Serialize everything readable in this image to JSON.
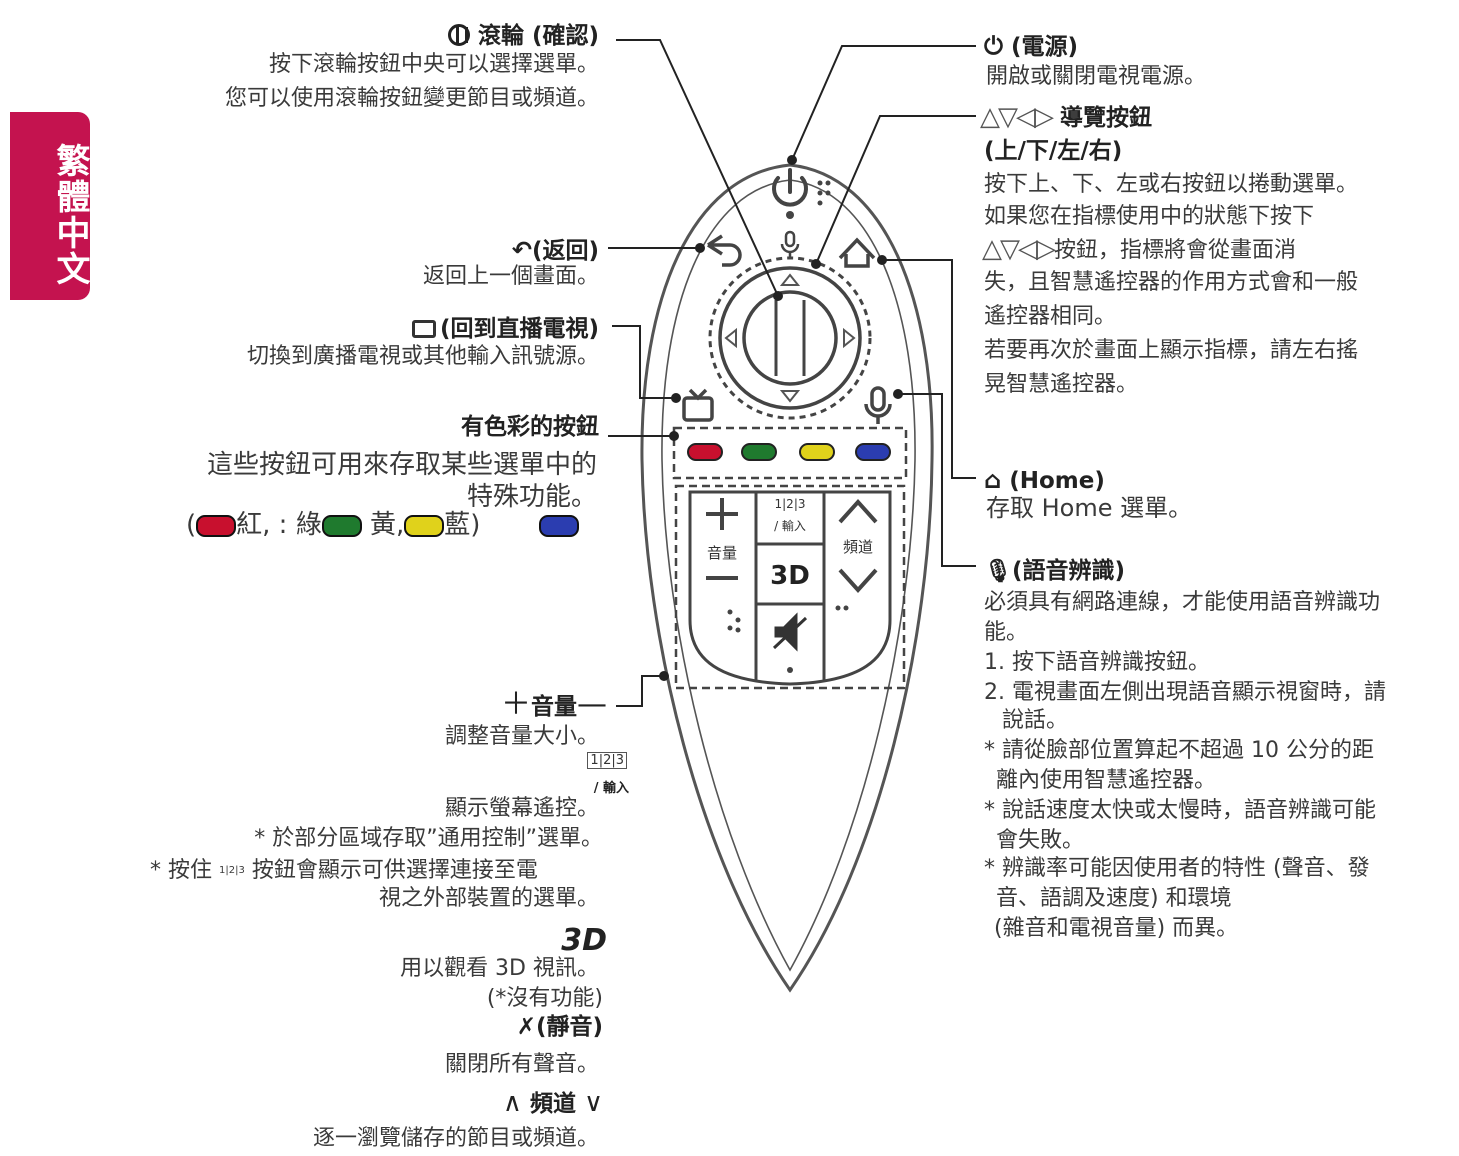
{
  "side_tab": "繁體中文",
  "left": {
    "scroll": {
      "title": "(確認)",
      "name": "滾輪",
      "line1": "按下滾輪按鈕中央可以選擇選單。",
      "line2": "您可以使用滾輪按鈕變更節目或頻道。"
    },
    "back": {
      "title": "(返回)",
      "line1": "返回上一個畫面。"
    },
    "livetv": {
      "title": "(回到直播電視)",
      "line1": "切換到廣播電視或其他輸入訊號源。"
    },
    "color": {
      "title": "有色彩的按鈕",
      "line1": "這些按鈕可用來存取某些選單中的",
      "line2": "特殊功能。",
      "line3_a": "(",
      "line3_b": "紅, :",
      "line3_c": "綠",
      "line3_d": "黃,",
      "line3_e": "藍)"
    },
    "volume": {
      "title": "音量",
      "line1": "調整音量大小。",
      "badge": "1|2|3",
      "badge_sub": "/ 輸入",
      "line2": "顯示螢幕遙控。",
      "line3": "* 於部分區域存取”通用控制”選單。",
      "line4a": "* 按住",
      "line4b": "按鈕會顯示可供選擇連接至電",
      "line5": "視之外部裝置的選單。"
    },
    "three_d": {
      "icon": "3D",
      "line1": "用以觀看 3D 視訊。",
      "line2": "(*沒有功能)"
    },
    "mute": {
      "title": "(靜音)",
      "line1": "關閉所有聲音。"
    },
    "channel": {
      "title": "頻道",
      "line1": "逐一瀏覽儲存的節目或頻道。"
    }
  },
  "right": {
    "power": {
      "title": "(電源)",
      "line1": "開啟或關閉電視電源。"
    },
    "nav": {
      "title": "導覽按鈕",
      "sub": "(上/下/左/右)",
      "line1": "按下上、下、左或右按鈕以捲動選單。",
      "line2": "如果您在指標使用中的狀態下按下",
      "line3": "按鈕，指標將會從畫面消",
      "line4": "失，且智慧遙控器的作用方式會和一般",
      "line5": "遙控器相同。",
      "line6": "若要再次於畫面上顯示指標，請左右搖",
      "line7": "晃智慧遙控器。"
    },
    "home": {
      "title": "(Home)",
      "line1": "存取 Home 選單。"
    },
    "voice": {
      "title": "(語音辨識)",
      "line1": "必須具有網路連線，才能使用語音辨識功",
      "line2": "能。",
      "line3": "1. 按下語音辨識按鈕。",
      "line4": "2. 電視畫面左側出現語音顯示視窗時，請",
      "line5": "說話。",
      "line6": "* 請從臉部位置算起不超過 10 公分的距",
      "line7": "離內使用智慧遙控器。",
      "line8": "* 說話速度太快或太慢時，語音辨識可能",
      "line9": "會失敗。",
      "line10": "* 辨識率可能因使用者的特性 (聲音、發",
      "line11": "音、語調及速度) 和環境",
      "line12": "(雜音和電視音量) 而異。"
    }
  },
  "remote": {
    "vol_label": "音量",
    "ch_label": "頻道",
    "three_d": "3D",
    "num": "1|2|3",
    "num_sub": "/ 輸入"
  },
  "colors": {
    "red": "#c8102e",
    "green": "#1f7a2e",
    "yellow": "#e0d21b",
    "blue": "#2b3db0",
    "tab": "#c4134f"
  },
  "icons": [
    "scroll-wheel-icon",
    "back-icon",
    "live-tv-icon",
    "power-icon",
    "home-icon",
    "mic-icon",
    "mute-icon",
    "navigation-arrows-icon"
  ]
}
